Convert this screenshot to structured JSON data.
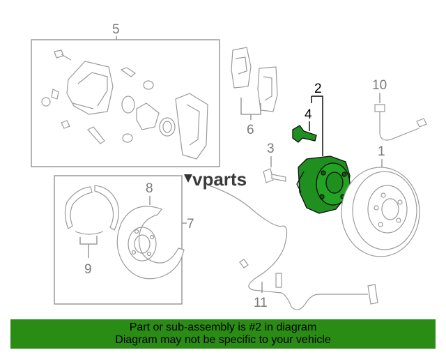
{
  "callouts": {
    "c1": "1",
    "c2": "2",
    "c3": "3",
    "c4": "4",
    "c5": "5",
    "c6": "6",
    "c7": "7",
    "c8": "8",
    "c9": "9",
    "c10": "10",
    "c11": "11"
  },
  "watermark": "vparts",
  "highlight_color": "#1f8f1f",
  "banner": {
    "line1": "Part or sub-assembly is #2 in diagram",
    "line2": "Diagram may not be specific to your vehicle",
    "background": "#2a8c14"
  }
}
